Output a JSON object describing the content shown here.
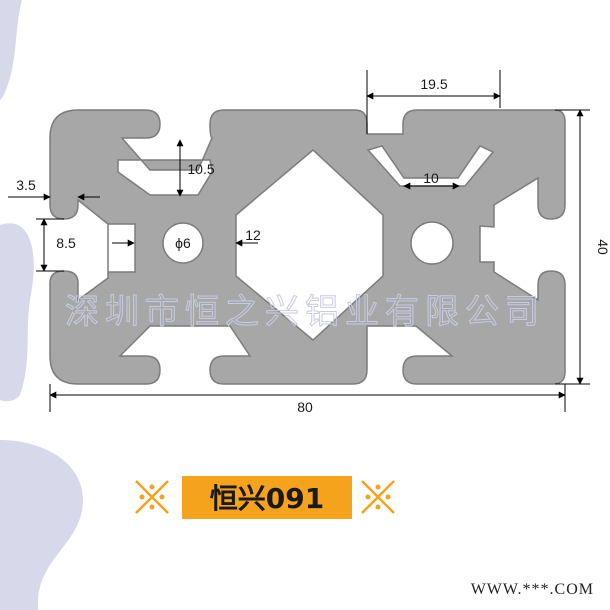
{
  "colors": {
    "profile_fill": "#a7a7a7",
    "profile_stroke": "#7c7c7c",
    "line": "#000000",
    "tag_bg": "#f5a21c",
    "tag_decor": "#f5a21c",
    "side_blob": "#d7d8ea"
  },
  "dimensions": {
    "width_80": "80",
    "height_40": "40",
    "slot_19_5": "19.5",
    "slot_10": "10",
    "depth_10_5": "10.5",
    "edge_3_5": "3.5",
    "opening_8_5": "8.5",
    "web_12": "12",
    "hole_phi6": "ϕ6"
  },
  "watermark": "深圳市恒之兴铝业有限公司",
  "tag": {
    "label": "恒兴091",
    "decor_icon": "cross-ornament-icon"
  },
  "footer": "WWW.***.COM"
}
